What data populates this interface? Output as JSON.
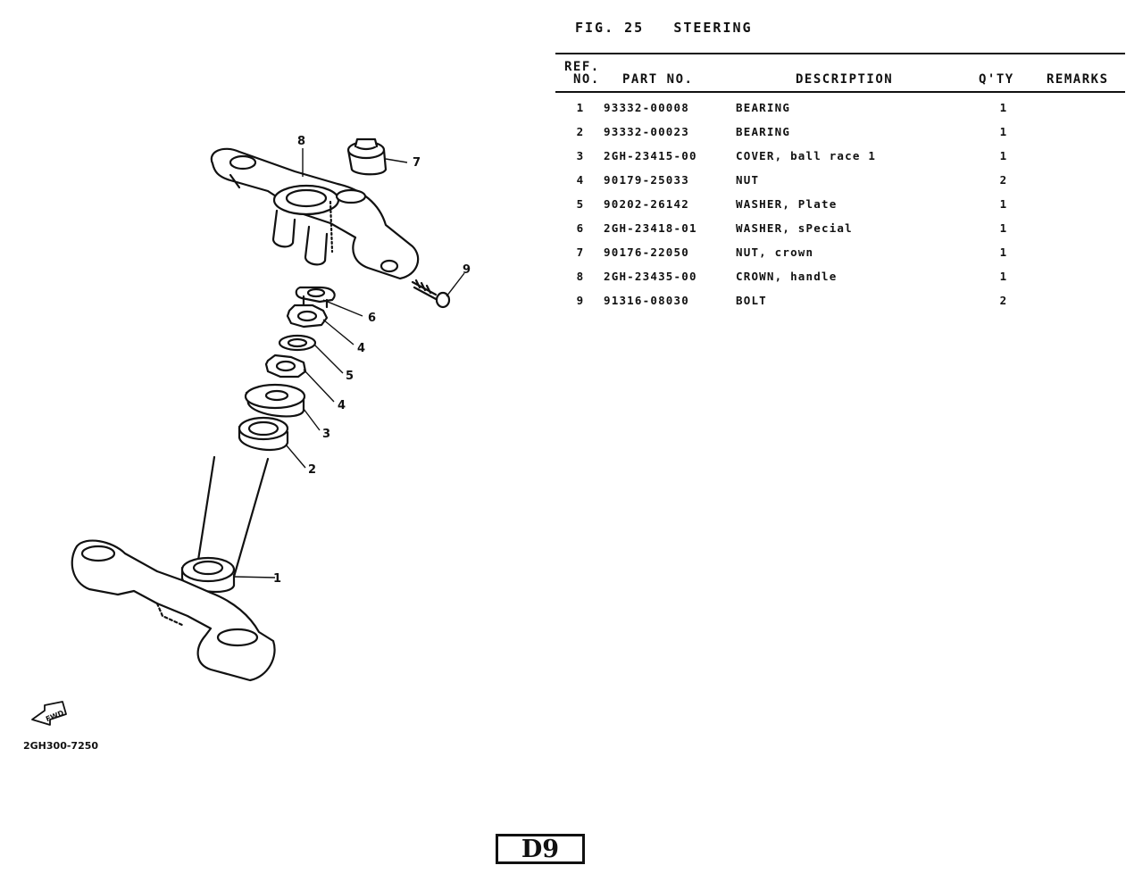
{
  "figure": {
    "label": "FIG. 25",
    "name": "STEERING"
  },
  "table": {
    "headers": {
      "ref_line1": "REF.",
      "ref_line2": "NO.",
      "part_no": "PART NO.",
      "description": "DESCRIPTION",
      "qty": "Q'TY",
      "remarks": "REMARKS"
    },
    "rows": [
      {
        "ref": "1",
        "part_no": "93332-00008",
        "description": "BEARING",
        "qty": "1",
        "remarks": ""
      },
      {
        "ref": "2",
        "part_no": "93332-00023",
        "description": "BEARING",
        "qty": "1",
        "remarks": ""
      },
      {
        "ref": "3",
        "part_no": "2GH-23415-00",
        "description": "COVER, ball race 1",
        "qty": "1",
        "remarks": ""
      },
      {
        "ref": "4",
        "part_no": "90179-25033",
        "description": "NUT",
        "qty": "2",
        "remarks": ""
      },
      {
        "ref": "5",
        "part_no": "90202-26142",
        "description": "WASHER, Plate",
        "qty": "1",
        "remarks": ""
      },
      {
        "ref": "6",
        "part_no": "2GH-23418-01",
        "description": "WASHER, sPecial",
        "qty": "1",
        "remarks": ""
      },
      {
        "ref": "7",
        "part_no": "90176-22050",
        "description": "NUT, crown",
        "qty": "1",
        "remarks": ""
      },
      {
        "ref": "8",
        "part_no": "2GH-23435-00",
        "description": "CROWN, handle",
        "qty": "1",
        "remarks": ""
      },
      {
        "ref": "9",
        "part_no": "91316-08030",
        "description": "BOLT",
        "qty": "2",
        "remarks": ""
      }
    ]
  },
  "diagram": {
    "callouts": [
      "1",
      "2",
      "3",
      "4",
      "5",
      "4",
      "6",
      "7",
      "8",
      "9"
    ],
    "fwd_label": "FWD",
    "drawing_code": "2GH300-7250"
  },
  "page_number": "D9"
}
